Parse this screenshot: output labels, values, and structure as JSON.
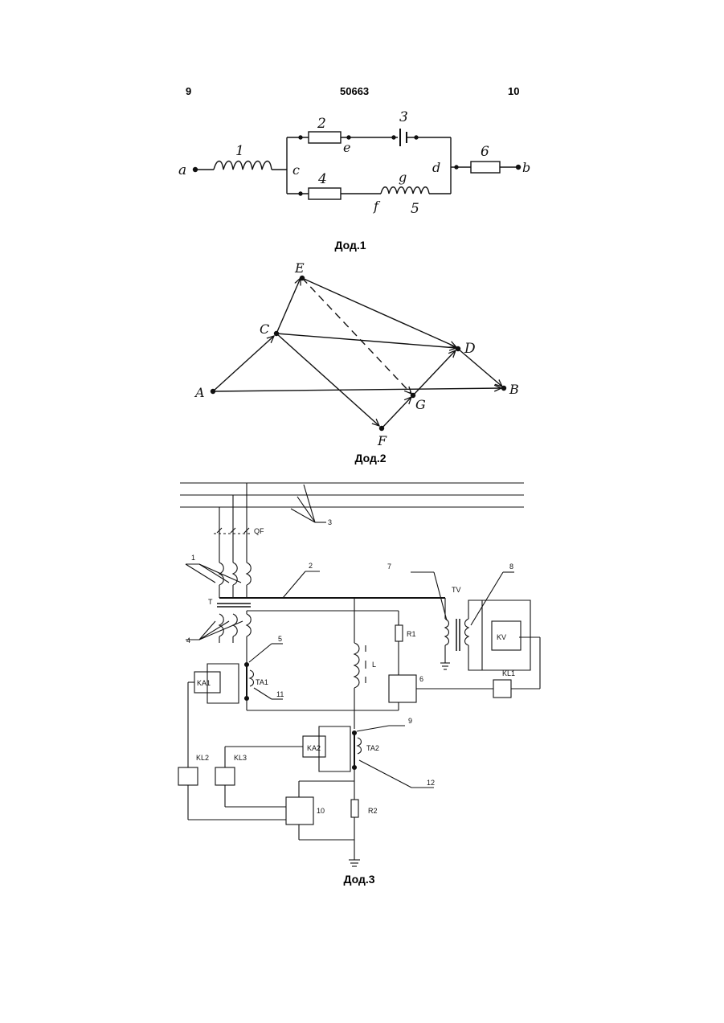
{
  "header": {
    "left": "9",
    "center": "50663",
    "right": "10"
  },
  "fig1": {
    "caption": "Дод.1",
    "nodes": {
      "a": "a",
      "c": "c",
      "e": "e",
      "d": "d",
      "f": "f",
      "g": "g",
      "b": "b"
    },
    "elements": {
      "n1": "1",
      "n2": "2",
      "n3": "3",
      "n4": "4",
      "n5": "5",
      "n6": "6"
    }
  },
  "fig2": {
    "caption": "Дод.2",
    "points": {
      "A": "A",
      "B": "B",
      "C": "C",
      "D": "D",
      "E": "E",
      "F": "F",
      "G": "G"
    }
  },
  "fig3": {
    "caption": "Дод.3",
    "labels": {
      "qf": "QF",
      "t": "T",
      "tv": "TV",
      "kv": "KV",
      "kl1": "KL1",
      "r1": "R1",
      "l": "L",
      "ka1": "KA1",
      "ta1": "TA1",
      "ka2": "KA2",
      "ta2": "TA2",
      "kl2": "KL2",
      "kl3": "KL3",
      "r2": "R2",
      "c1": "1",
      "c2": "2",
      "c3": "3",
      "c4": "4",
      "c5": "5",
      "c6": "6",
      "c7": "7",
      "c8": "8",
      "c9": "9",
      "c10": "10",
      "c11": "11",
      "c12": "12"
    }
  }
}
